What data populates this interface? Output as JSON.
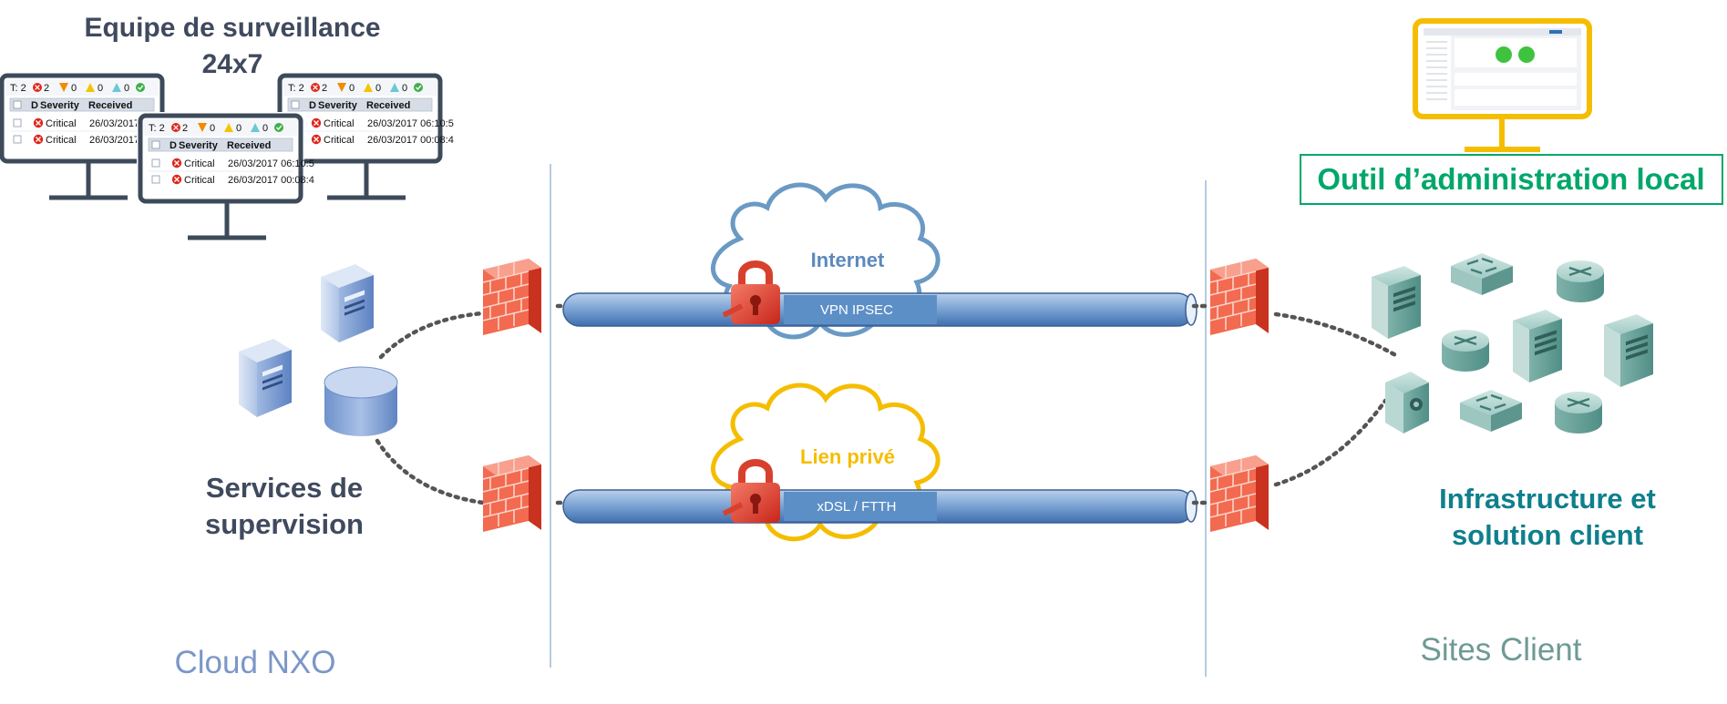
{
  "labels": {
    "team_line1": "Equipe de surveillance",
    "team_line2": "24x7",
    "services_line1": "Services de",
    "services_line2": "supervision",
    "cloud_zone": "Cloud NXO",
    "internet": "Internet",
    "private_link": "Lien privé",
    "vpn": "VPN IPSEC",
    "xdsl": "xDSL / FTTH",
    "admin_tool": "Outil d’administration local",
    "infra_line1": "Infrastructure et",
    "infra_line2": "solution client",
    "sites_zone": "Sites Client"
  },
  "monitor": {
    "total": "T: 2",
    "counts": [
      "2",
      "0",
      "0",
      "0"
    ],
    "col_d": "D",
    "col_severity": "Severity",
    "col_received": "Received",
    "rows": [
      {
        "severity": "Critical",
        "received": "26/03/2017 06:10:5"
      },
      {
        "severity": "Critical",
        "received": "26/03/2017 00:08:4"
      }
    ]
  },
  "colors": {
    "dark_text": "#404a5e",
    "cloud_blue": "#6a9ac4",
    "internet_text": "#5b89bd",
    "private_yellow": "#f5bd00",
    "admin_green": "#00a76a",
    "infra_teal": "#0f7f8c",
    "sites_text": "#6f9a94",
    "zone_blue": "#7b97c8",
    "tube_label_bg": "#5d8fc7",
    "firewall_red": "#e9533b",
    "critical_red": "#e0261b"
  },
  "icons": [
    "monitor-icon",
    "server-icon",
    "database-icon",
    "firewall-icon",
    "lock-icon",
    "cloud-icon",
    "router-icon",
    "switch-icon",
    "storage-icon"
  ]
}
